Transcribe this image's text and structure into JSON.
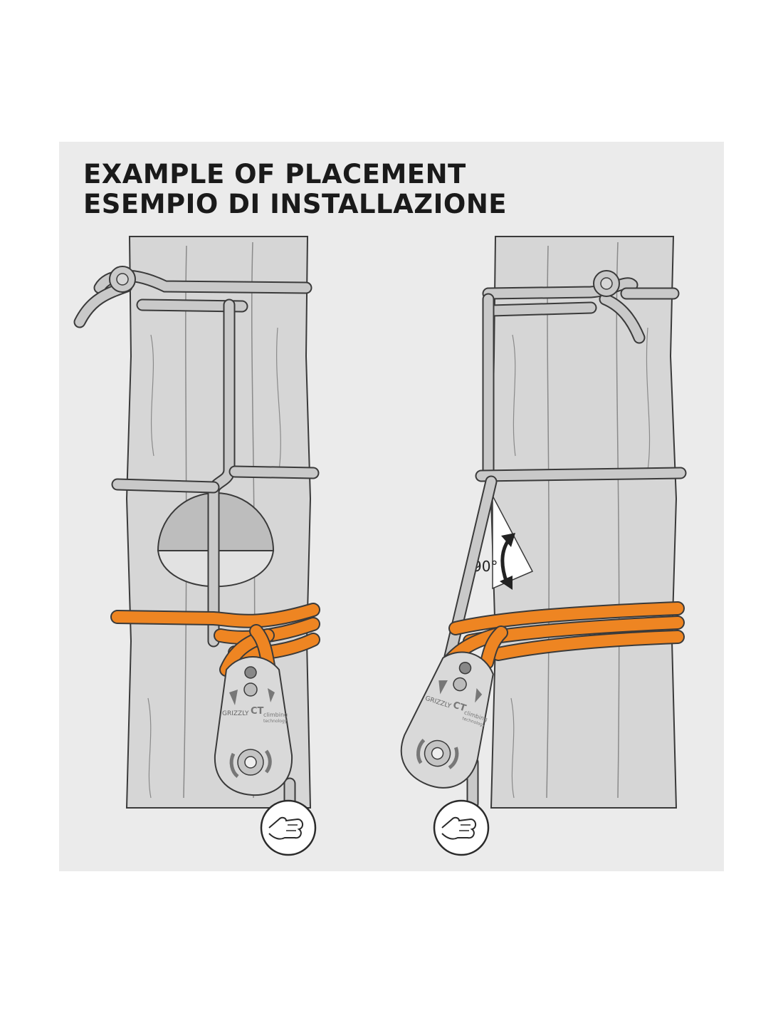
{
  "title_line1": "EXAMPLE OF PLACEMENT",
  "title_line2": "ESEMPIO DI INSTALLAZIONE",
  "angle_label": "90°",
  "pulley": {
    "model": "GRIZZLY",
    "brand_logo": "CT",
    "brand_line1": "climbing",
    "brand_line2": "technology"
  },
  "colors": {
    "background_panel": "#ebebeb",
    "trunk": "#d6d6d6",
    "rope_grey": "#c9c9c9",
    "sling_orange": "#ee8522",
    "pulley": "#d9d9d9",
    "outline": "#3a3a3a"
  },
  "icons": [
    "fist-brake-icon-left",
    "fist-brake-icon-right",
    "angle-arrow-icon"
  ]
}
